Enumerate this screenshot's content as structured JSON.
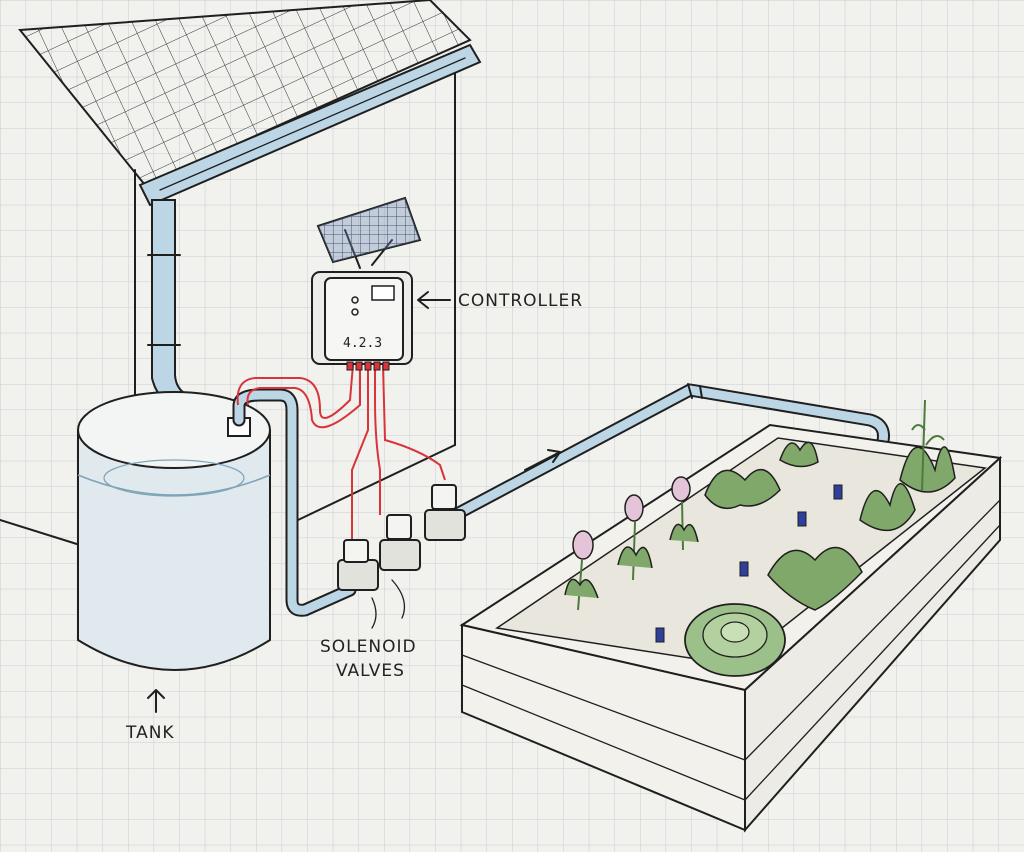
{
  "labels": {
    "controller": "CONTROLLER",
    "solenoid_line1": "SOLENOID",
    "solenoid_line2": "VALVES",
    "tank": "TANK"
  },
  "controller_display": "4.2.3",
  "colors": {
    "paper": "#f1f1ee",
    "grid": "#c9ccd2",
    "ink": "#1f1f1f",
    "pipe": "#bcd6e6",
    "wire": "#d8343a",
    "plant": "#7fa86a",
    "flower": "#e3c4d9",
    "emitter": "#2f3f9c"
  },
  "icons": [
    "arrow-left-icon",
    "arrow-up-icon",
    "flow-arrow-icon"
  ]
}
